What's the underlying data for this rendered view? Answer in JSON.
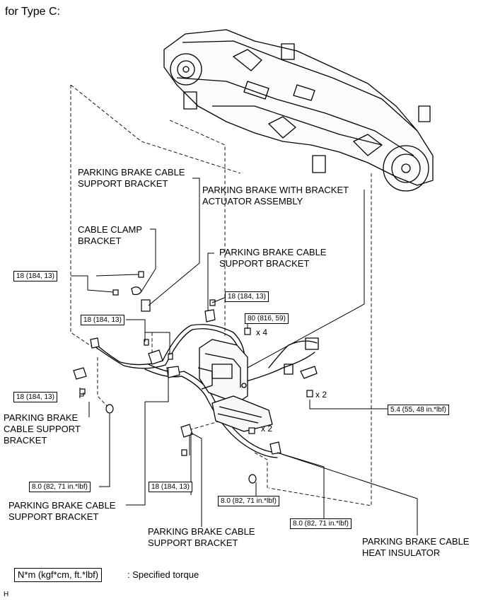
{
  "heading": "for Type C:",
  "labels": {
    "support_bracket_upper_left_1": "PARKING BRAKE CABLE",
    "support_bracket_upper_left_2": "SUPPORT BRACKET",
    "actuator_1": "PARKING BRAKE WITH BRACKET",
    "actuator_2": "ACTUATOR ASSEMBLY",
    "cable_clamp_1": "CABLE CLAMP",
    "cable_clamp_2": "BRACKET",
    "support_bracket_mid_1": "PARKING BRAKE CABLE",
    "support_bracket_mid_2": "SUPPORT BRACKET",
    "support_bracket_left_1": "PARKING BRAKE",
    "support_bracket_left_2": "CABLE SUPPORT",
    "support_bracket_left_3": "BRACKET",
    "support_bracket_lower_1": "PARKING BRAKE CABLE",
    "support_bracket_lower_2": "SUPPORT BRACKET",
    "support_bracket_bottom_1": "PARKING BRAKE CABLE",
    "support_bracket_bottom_2": "SUPPORT BRACKET",
    "heat_insulator_1": "PARKING BRAKE CABLE",
    "heat_insulator_2": "HEAT INSULATOR"
  },
  "torques": {
    "t1": "18 (184, 13)",
    "t2": "18 (184, 13)",
    "t3": "80 (816, 59)",
    "t4": "18 (184, 13)",
    "t5": "18 (184, 13)",
    "t6": "5.4 (55, 48 in.*lbf)",
    "t7": "8.0 (82, 71 in.*lbf)",
    "t8": "18 (184, 13)",
    "t9": "8.0 (82, 71 in.*lbf)",
    "t10": "8.0 (82, 71 in.*lbf)"
  },
  "quantities": {
    "q1": "x 4",
    "q2": "x 2",
    "q3": "x 2"
  },
  "legend": {
    "unit": "N*m (kgf*cm, ft.*lbf)",
    "text": ": Specified torque"
  },
  "footer_code": "H"
}
